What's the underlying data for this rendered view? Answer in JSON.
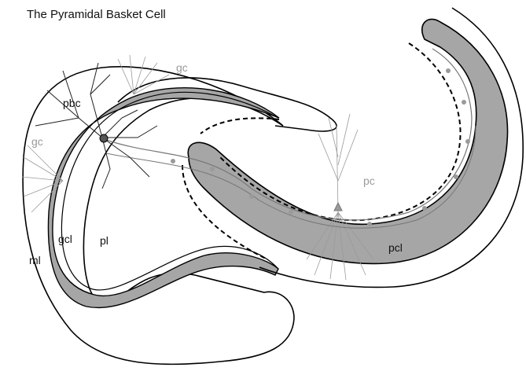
{
  "title": "The Pyramidal Basket Cell",
  "labels": {
    "pbc": "pbc",
    "gc_top": "gc",
    "gc_left": "gc",
    "pc": "pc",
    "gcl": "gcl",
    "pl": "pl",
    "ml": "ml",
    "pcl": "pcl"
  },
  "colors": {
    "cell_layer_fill": "#a6a6a6",
    "outline": "#000000",
    "dendrite_grey": "#9a9a9a",
    "axon_dark": "#222222"
  }
}
